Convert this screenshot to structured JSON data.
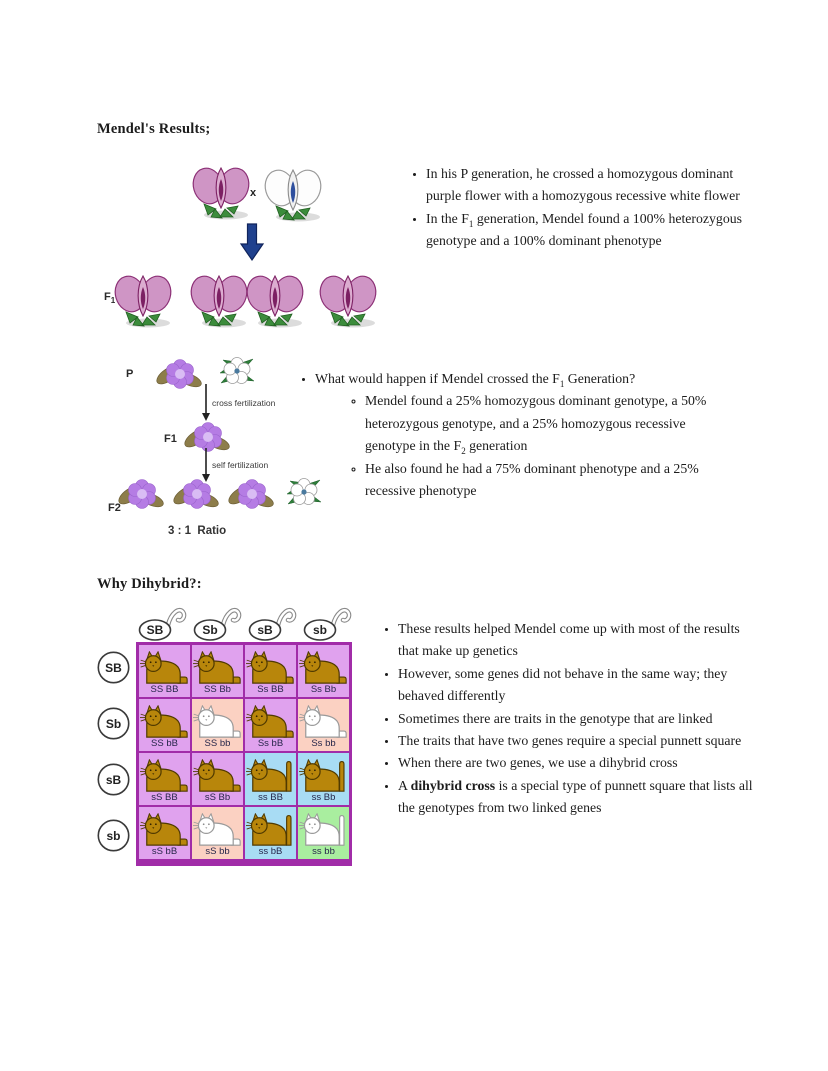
{
  "sections": [
    {
      "heading": "Mendel's Results;",
      "diagram": {
        "cross_symbol": "x",
        "f1_label_base": "F",
        "f1_label_sub": "1"
      },
      "bullets": [
        "In his P generation, he crossed a homozygous dominant purple flower with a homozygous recessive white flower",
        {
          "pre": "In the F",
          "sub": "1",
          "post": " generation, Mendel found a 100% heterozygous genotype and a 100% dominant phenotype"
        }
      ]
    },
    {
      "diagram": {
        "p_label": "P",
        "arrow1_label": "cross fertilization",
        "f1_label": "F1",
        "arrow2_label": "self fertilization",
        "f2_label": "F2",
        "ratio_label": "3 : 1  Ratio"
      },
      "bullets": [
        {
          "pre": "What would happen if Mendel crossed the F",
          "sub": "1",
          "post": " Generation?"
        },
        {
          "pre": "Mendel found a 25% homozygous dominant genotype, a 50% heterozygous genotype, and a 25% homozygous recessive genotype in the F",
          "sub": "2",
          "post": " generation"
        },
        "He also found he had a 75% dominant phenotype and a 25% recessive phenotype"
      ]
    },
    {
      "heading": "Why Dihybrid?:",
      "bullets": [
        "These results helped Mendel come up with most of the results that make up genetics",
        "However, some genes did not behave in the same way; they behaved differently",
        "Sometimes there are traits in the genotype that are linked",
        "The traits that have two genes require a special punnett square",
        "When there are two genes, we use a dihybrid cross",
        {
          "pre": "A ",
          "bold": "dihybrid cross",
          "post": " is a special type of punnett square that lists all the genotypes from two linked genes"
        }
      ]
    }
  ],
  "punnett": {
    "col_headers": [
      "SB",
      "Sb",
      "sB",
      "sb"
    ],
    "row_headers": [
      "SB",
      "Sb",
      "sB",
      "sb"
    ],
    "colors": {
      "purple": "#e0a2ee",
      "pink": "#fbd1c2",
      "blue": "#a8dcf4",
      "green": "#a9ee9f",
      "border": "#a12ca8",
      "cat_brown": "#b8860b",
      "cat_brown_stroke": "#503a00",
      "cat_white": "#ffffff",
      "cat_white_stroke": "#9a9a9a"
    },
    "cells": [
      [
        {
          "genotype": "SS BB",
          "bg": "purple",
          "cat": "brown",
          "tail": "short"
        },
        {
          "genotype": "SS Bb",
          "bg": "purple",
          "cat": "brown",
          "tail": "short"
        },
        {
          "genotype": "Ss BB",
          "bg": "purple",
          "cat": "brown",
          "tail": "short"
        },
        {
          "genotype": "Ss Bb",
          "bg": "purple",
          "cat": "brown",
          "tail": "short"
        }
      ],
      [
        {
          "genotype": "SS bB",
          "bg": "purple",
          "cat": "brown",
          "tail": "short"
        },
        {
          "genotype": "SS bb",
          "bg": "pink",
          "cat": "white",
          "tail": "short"
        },
        {
          "genotype": "Ss bB",
          "bg": "purple",
          "cat": "brown",
          "tail": "short"
        },
        {
          "genotype": "Ss bb",
          "bg": "pink",
          "cat": "white",
          "tail": "short"
        }
      ],
      [
        {
          "genotype": "sS BB",
          "bg": "purple",
          "cat": "brown",
          "tail": "short"
        },
        {
          "genotype": "sS Bb",
          "bg": "purple",
          "cat": "brown",
          "tail": "short"
        },
        {
          "genotype": "ss BB",
          "bg": "blue",
          "cat": "brown",
          "tail": "long"
        },
        {
          "genotype": "ss Bb",
          "bg": "blue",
          "cat": "brown",
          "tail": "long"
        }
      ],
      [
        {
          "genotype": "sS bB",
          "bg": "purple",
          "cat": "brown",
          "tail": "short"
        },
        {
          "genotype": "sS bb",
          "bg": "pink",
          "cat": "white",
          "tail": "short"
        },
        {
          "genotype": "ss bB",
          "bg": "blue",
          "cat": "brown",
          "tail": "long"
        },
        {
          "genotype": "ss bb",
          "bg": "green",
          "cat": "white",
          "tail": "long"
        }
      ]
    ]
  }
}
